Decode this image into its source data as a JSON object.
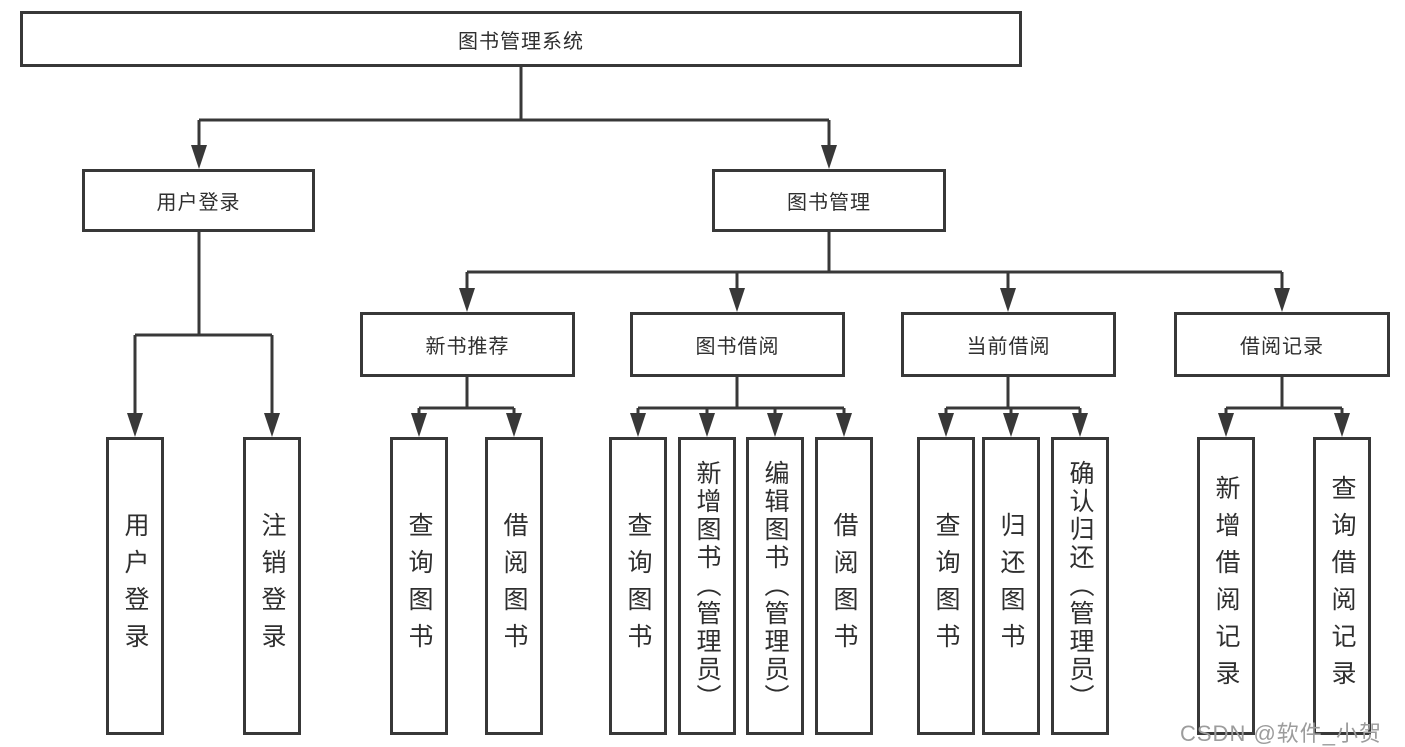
{
  "diagram": {
    "root": {
      "label": "图书管理系统",
      "children": [
        {
          "label": "用户登录",
          "children": [
            {
              "label": "用户登录"
            },
            {
              "label": "注销登录"
            }
          ]
        },
        {
          "label": "图书管理",
          "children": [
            {
              "label": "新书推荐",
              "children": [
                {
                  "label": "查询图书"
                },
                {
                  "label": "借阅图书"
                }
              ]
            },
            {
              "label": "图书借阅",
              "children": [
                {
                  "label": "查询图书"
                },
                {
                  "label": "新增图书（管理员）"
                },
                {
                  "label": "编辑图书（管理员）"
                },
                {
                  "label": "借阅图书"
                }
              ]
            },
            {
              "label": "当前借阅",
              "children": [
                {
                  "label": "查询图书"
                },
                {
                  "label": "归还图书"
                },
                {
                  "label": "确认归还（管理员）"
                }
              ]
            },
            {
              "label": "借阅记录",
              "children": [
                {
                  "label": "新增借阅记录"
                },
                {
                  "label": "查询借阅记录"
                }
              ]
            }
          ]
        }
      ]
    }
  },
  "watermark": {
    "text": "CSDN @软件_小贺同学"
  },
  "colors": {
    "line": "#383838",
    "text": "#2f2f2f",
    "watermark": "#9c9c9c",
    "background": "#ffffff"
  }
}
